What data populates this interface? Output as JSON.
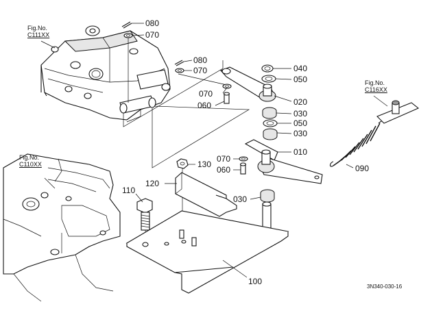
{
  "figure_refs": [
    {
      "label": "Fig.No.",
      "ref": "C111XX"
    },
    {
      "label": "Fig.No.",
      "ref": "C110XX"
    },
    {
      "label": "Fig.No.",
      "ref": "C116XX"
    }
  ],
  "callouts": [
    "080",
    "070",
    "080",
    "070",
    "040",
    "050",
    "070",
    "020",
    "060",
    "030",
    "050",
    "030",
    "010",
    "070",
    "130",
    "060",
    "090",
    "120",
    "110",
    "030",
    "100"
  ],
  "drawing_code": "3N340-030-16"
}
